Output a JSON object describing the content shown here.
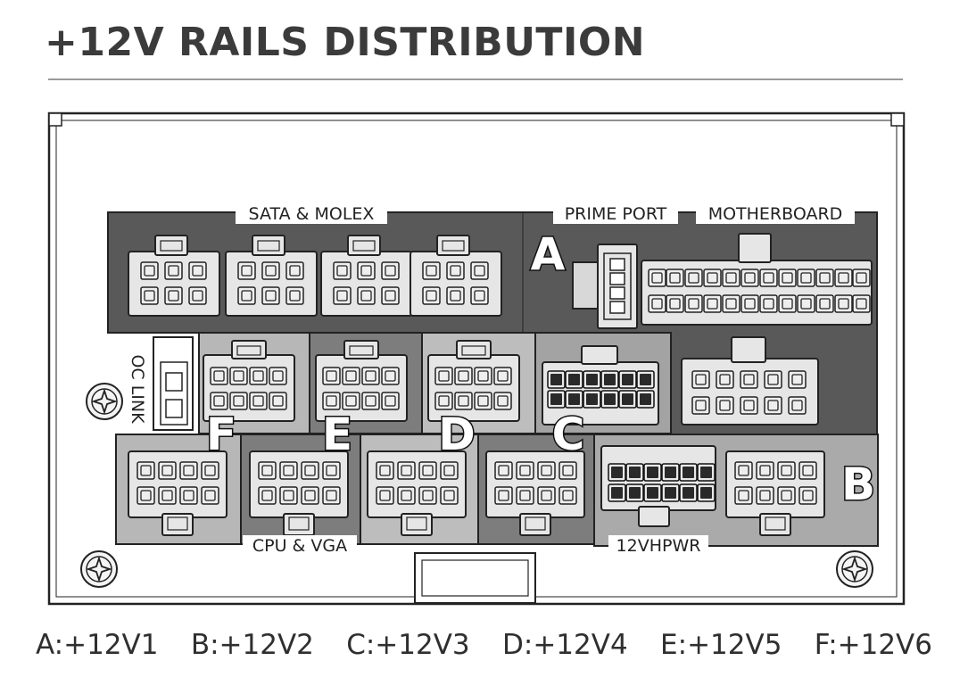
{
  "title": "+12V RAILS DISTRIBUTION",
  "labels": {
    "sata_molex": "SATA & MOLEX",
    "prime_port": "PRIME PORT",
    "motherboard": "MOTHERBOARD",
    "oc_link": "OC LINK",
    "cpu_vga": "CPU & VGA",
    "hpwr": "12VHPWR"
  },
  "rails": [
    {
      "letter": "A",
      "rail": "+12V1",
      "label": "A:+12V1"
    },
    {
      "letter": "B",
      "rail": "+12V2",
      "label": "B:+12V2"
    },
    {
      "letter": "C",
      "rail": "+12V3",
      "label": "C:+12V3"
    },
    {
      "letter": "D",
      "rail": "+12V4",
      "label": "D:+12V4"
    },
    {
      "letter": "E",
      "rail": "+12V5",
      "label": "E:+12V5"
    },
    {
      "letter": "F",
      "rail": "+12V6",
      "label": "F:+12V6"
    }
  ],
  "colors": {
    "rail_a": "#595959",
    "rail_b": "#aaaaaa",
    "rail_c": "#a3a3a3",
    "rail_d": "#bdbdbd",
    "rail_e": "#7d7d7d",
    "rail_f": "#b7b7b7",
    "connector": "#e6e6e6",
    "outline": "#222222"
  }
}
